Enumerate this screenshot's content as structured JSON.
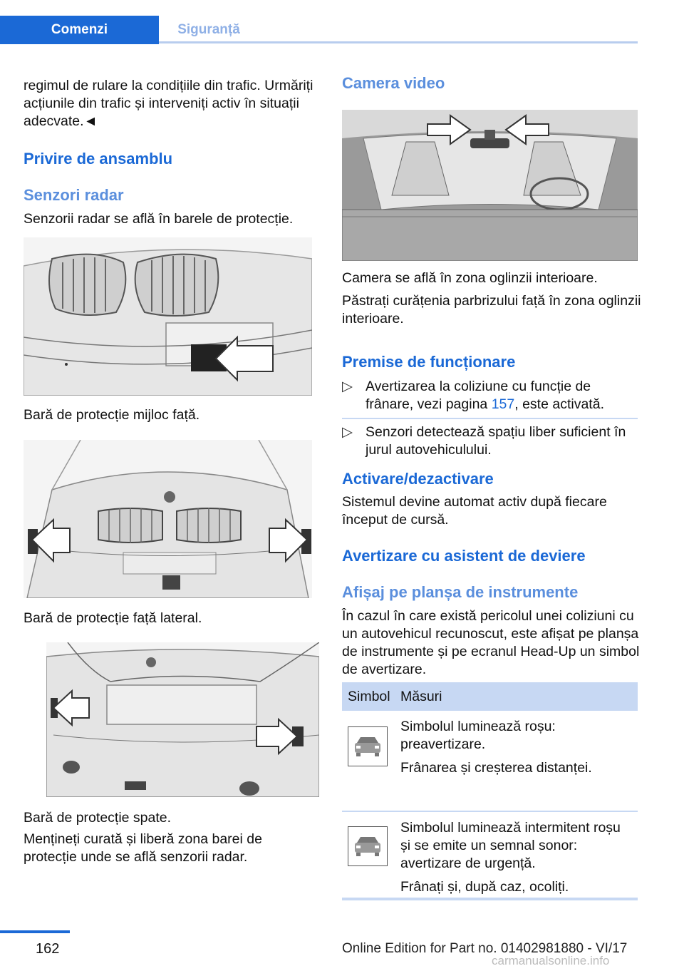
{
  "tabs": [
    {
      "label": "Comenzi"
    },
    {
      "label": "Siguranță"
    }
  ],
  "left": {
    "intro": "regimul de rulare la condițiile din trafic. Urmăriți acțiunile din trafic și interveniți activ în situații adecvate.◄",
    "h_overview": "Privire de ansamblu",
    "h_radar": "Senzori radar",
    "radar_text": "Senzorii radar se află în barele de protecție.",
    "cap1": "Bară de protecție mijloc față.",
    "cap2": "Bară de protecție față lateral.",
    "cap3": "Bară de protecție spate.",
    "keep_clean": "Mențineți curată și liberă zona barei de protecție unde se află senzorii radar."
  },
  "right": {
    "h_camera": "Camera video",
    "cam_text1": "Camera se află în zona oglinzii interioare.",
    "cam_text2": "Păstrați curățenia parbrizului față în zona oglinzii interioare.",
    "h_premise": "Premise de funcționare",
    "bullet_marker": "▷",
    "bullet1_pre": "Avertizarea la coliziune cu funcție de frânare, vezi pagina ",
    "bullet1_link": "157",
    "bullet1_post": ", este activată.",
    "bullet2": "Senzori detectează spațiu liber suficient în jurul autovehiculului.",
    "h_activation": "Activare/dezactivare",
    "activation_text": "Sistemul devine automat activ după fiecare început de cursă.",
    "h_warning": "Avertizare cu asistent de deviere",
    "h_display": "Afișaj pe planșa de instrumente",
    "display_text": "În cazul în care există pericolul unei coliziuni cu un autovehicul recunoscut, este afișat pe planșa de instrumente și pe ecranul Head-Up un simbol de avertizare."
  },
  "table": {
    "col1": "Simbol",
    "col2": "Măsuri",
    "rows": [
      {
        "icon": "car-warning-icon",
        "line1": "Simbolul luminează roșu: preavertizare.",
        "line2": "Frânarea și creșterea distanței."
      },
      {
        "icon": "car-warning-icon",
        "line1": "Simbolul luminează intermitent roșu și se emite un semnal sonor: avertizare de urgență.",
        "line2": "Frânați și, după caz, ocoliți."
      }
    ]
  },
  "footer": {
    "page": "162",
    "edition": "Online Edition for Part no. 01402981880 - VI/17",
    "watermark": "carmanualsonline.info"
  },
  "colors": {
    "accent": "#1b69d6",
    "tab_inactive": "#8fb0e6",
    "table_head": "#c7d8f3"
  }
}
